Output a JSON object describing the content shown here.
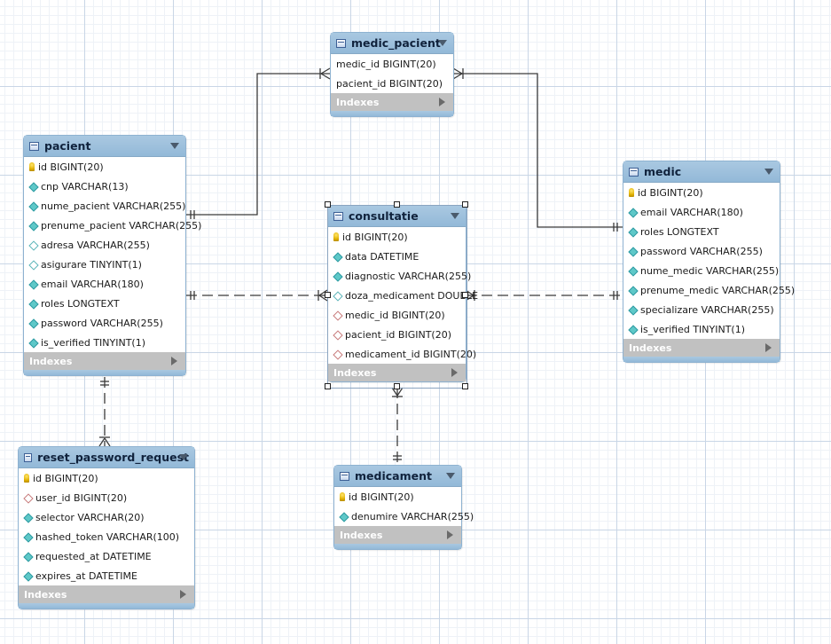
{
  "tables": [
    {
      "id": "medic_pacient",
      "name": "medic_pacient",
      "columns": [
        {
          "icon": "none",
          "text": "medic_id BIGINT(20)"
        },
        {
          "icon": "none",
          "text": "pacient_id BIGINT(20)"
        }
      ],
      "indexes_label": "Indexes"
    },
    {
      "id": "pacient",
      "name": "pacient",
      "columns": [
        {
          "icon": "key",
          "text": "id BIGINT(20)"
        },
        {
          "icon": "diamond-filled",
          "text": "cnp VARCHAR(13)"
        },
        {
          "icon": "diamond-filled",
          "text": "nume_pacient VARCHAR(255)"
        },
        {
          "icon": "diamond-filled",
          "text": "prenume_pacient VARCHAR(255)"
        },
        {
          "icon": "diamond-empty",
          "text": "adresa VARCHAR(255)"
        },
        {
          "icon": "diamond-empty",
          "text": "asigurare TINYINT(1)"
        },
        {
          "icon": "diamond-filled",
          "text": "email VARCHAR(180)"
        },
        {
          "icon": "diamond-filled",
          "text": "roles LONGTEXT"
        },
        {
          "icon": "diamond-filled",
          "text": "password VARCHAR(255)"
        },
        {
          "icon": "diamond-filled",
          "text": "is_verified TINYINT(1)"
        }
      ],
      "indexes_label": "Indexes"
    },
    {
      "id": "consultatie",
      "name": "consultatie",
      "columns": [
        {
          "icon": "key",
          "text": "id BIGINT(20)"
        },
        {
          "icon": "diamond-filled",
          "text": "data DATETIME"
        },
        {
          "icon": "diamond-filled",
          "text": "diagnostic VARCHAR(255)"
        },
        {
          "icon": "diamond-empty",
          "text": "doza_medicament DOUBLE"
        },
        {
          "icon": "diamond-red",
          "text": "medic_id BIGINT(20)"
        },
        {
          "icon": "diamond-red",
          "text": "pacient_id BIGINT(20)"
        },
        {
          "icon": "diamond-red",
          "text": "medicament_id BIGINT(20)"
        }
      ],
      "indexes_label": "Indexes"
    },
    {
      "id": "medic",
      "name": "medic",
      "columns": [
        {
          "icon": "key",
          "text": "id BIGINT(20)"
        },
        {
          "icon": "diamond-filled",
          "text": "email VARCHAR(180)"
        },
        {
          "icon": "diamond-filled",
          "text": "roles LONGTEXT"
        },
        {
          "icon": "diamond-filled",
          "text": "password VARCHAR(255)"
        },
        {
          "icon": "diamond-filled",
          "text": "nume_medic VARCHAR(255)"
        },
        {
          "icon": "diamond-filled",
          "text": "prenume_medic VARCHAR(255)"
        },
        {
          "icon": "diamond-filled",
          "text": "specializare VARCHAR(255)"
        },
        {
          "icon": "diamond-filled",
          "text": "is_verified TINYINT(1)"
        }
      ],
      "indexes_label": "Indexes"
    },
    {
      "id": "reset_password_request",
      "name": "reset_password_request",
      "columns": [
        {
          "icon": "key",
          "text": "id BIGINT(20)"
        },
        {
          "icon": "diamond-red",
          "text": "user_id BIGINT(20)"
        },
        {
          "icon": "diamond-filled",
          "text": "selector VARCHAR(20)"
        },
        {
          "icon": "diamond-filled",
          "text": "hashed_token VARCHAR(100)"
        },
        {
          "icon": "diamond-filled",
          "text": "requested_at DATETIME"
        },
        {
          "icon": "diamond-filled",
          "text": "expires_at DATETIME"
        }
      ],
      "indexes_label": "Indexes"
    },
    {
      "id": "medicament",
      "name": "medicament",
      "columns": [
        {
          "icon": "key",
          "text": "id BIGINT(20)"
        },
        {
          "icon": "diamond-filled",
          "text": "denumire VARCHAR(255)"
        }
      ],
      "indexes_label": "Indexes"
    }
  ],
  "relationships": [
    {
      "from": "pacient",
      "to": "medic_pacient",
      "style": "solid",
      "from_end": "one",
      "to_end": "many"
    },
    {
      "from": "medic",
      "to": "medic_pacient",
      "style": "solid",
      "from_end": "one",
      "to_end": "many"
    },
    {
      "from": "pacient",
      "to": "consultatie",
      "style": "dashed",
      "from_end": "one",
      "to_end": "many"
    },
    {
      "from": "medic",
      "to": "consultatie",
      "style": "dashed",
      "from_end": "one",
      "to_end": "many"
    },
    {
      "from": "medicament",
      "to": "consultatie",
      "style": "dashed",
      "from_end": "one",
      "to_end": "many"
    },
    {
      "from": "pacient",
      "to": "reset_password_request",
      "style": "dashed",
      "from_end": "one",
      "to_end": "many"
    }
  ],
  "selected_table": "consultatie",
  "colors": {
    "header": "#9dc0dd",
    "indexes_bar": "#c1c1c1",
    "line": "#3a3a3a"
  }
}
